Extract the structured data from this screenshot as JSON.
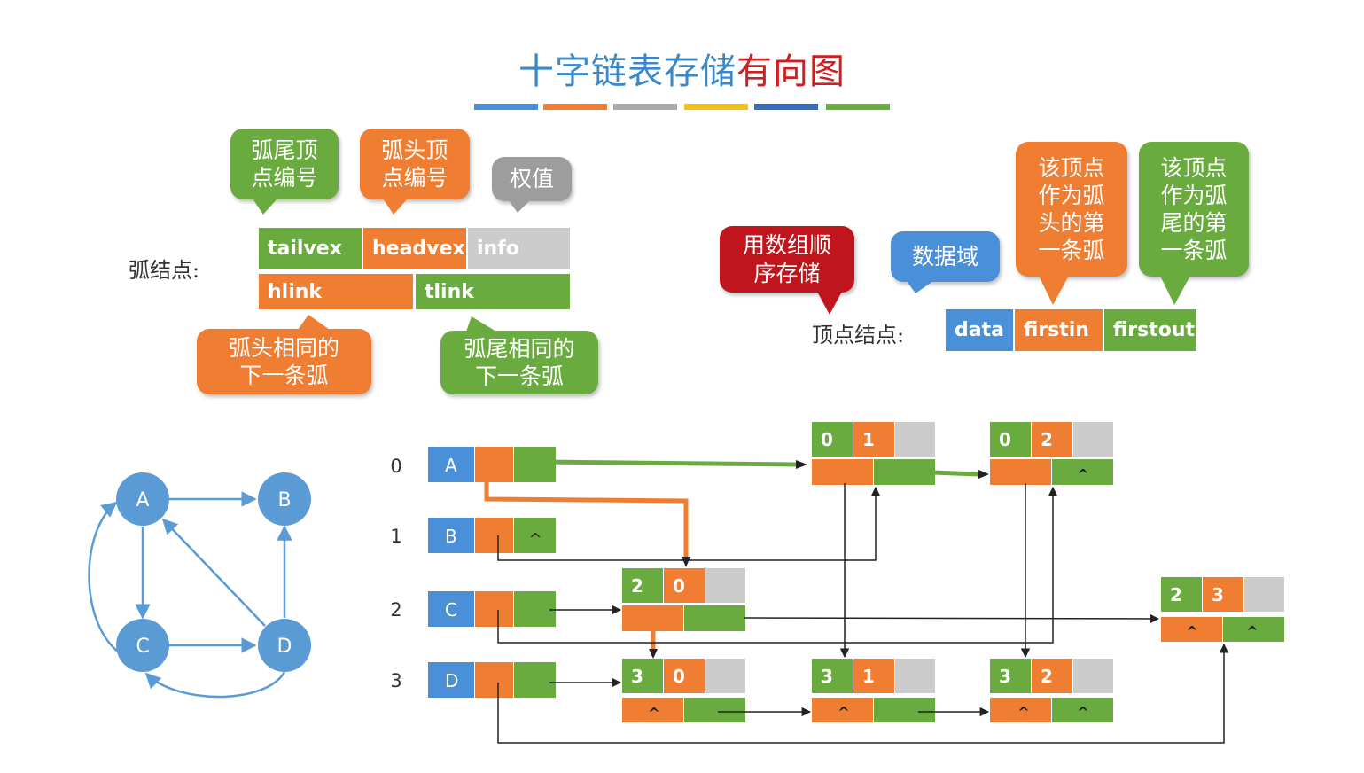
{
  "title": {
    "part1": "十字链表存储",
    "part2": "有向图"
  },
  "colors": {
    "blue": "#4a90d9",
    "orange": "#ef7d32",
    "gray": "#cccccc",
    "yellow": "#f5bf1d",
    "darkblue": "#3a6fbf",
    "green": "#6aab3f",
    "red": "#c0151c",
    "title_blue": "#3a88c8",
    "title_red": "#d21e1e"
  },
  "arc_node": {
    "label": "弧结点:",
    "fields": [
      "tailvex",
      "headvex",
      "info",
      "hlink",
      "tlink"
    ],
    "callouts": {
      "tailvex": [
        "弧尾顶",
        "点编号"
      ],
      "headvex": [
        "弧头顶",
        "点编号"
      ],
      "info": [
        "权值"
      ],
      "hlink": [
        "弧头相同的",
        "下一条弧"
      ],
      "tlink": [
        "弧尾相同的",
        "下一条弧"
      ]
    }
  },
  "vertex_node": {
    "label": "顶点结点:",
    "fields": [
      "data",
      "firstin",
      "firstout"
    ],
    "callouts": {
      "array": [
        "用数组顺",
        "序存储"
      ],
      "data": [
        "数据域"
      ],
      "firstin": [
        "该顶点",
        "作为弧",
        "头的第",
        "一条弧"
      ],
      "firstout": [
        "该顶点",
        "作为弧",
        "尾的第",
        "一条弧"
      ]
    }
  },
  "graph": {
    "nodes": [
      "A",
      "B",
      "C",
      "D"
    ],
    "edges": [
      [
        "A",
        "B"
      ],
      [
        "A",
        "C"
      ],
      [
        "C",
        "D"
      ],
      [
        "D",
        "A"
      ],
      [
        "D",
        "B"
      ],
      [
        "D",
        "C"
      ],
      [
        "C",
        "A"
      ]
    ]
  },
  "vertex_array": {
    "indices": [
      "0",
      "1",
      "2",
      "3"
    ],
    "data": [
      "A",
      "B",
      "C",
      "D"
    ],
    "null_symbol": "^"
  },
  "arcs": [
    {
      "tail": "0",
      "head": "1"
    },
    {
      "tail": "0",
      "head": "2"
    },
    {
      "tail": "2",
      "head": "0"
    },
    {
      "tail": "2",
      "head": "3"
    },
    {
      "tail": "3",
      "head": "0"
    },
    {
      "tail": "3",
      "head": "1"
    },
    {
      "tail": "3",
      "head": "2"
    }
  ]
}
